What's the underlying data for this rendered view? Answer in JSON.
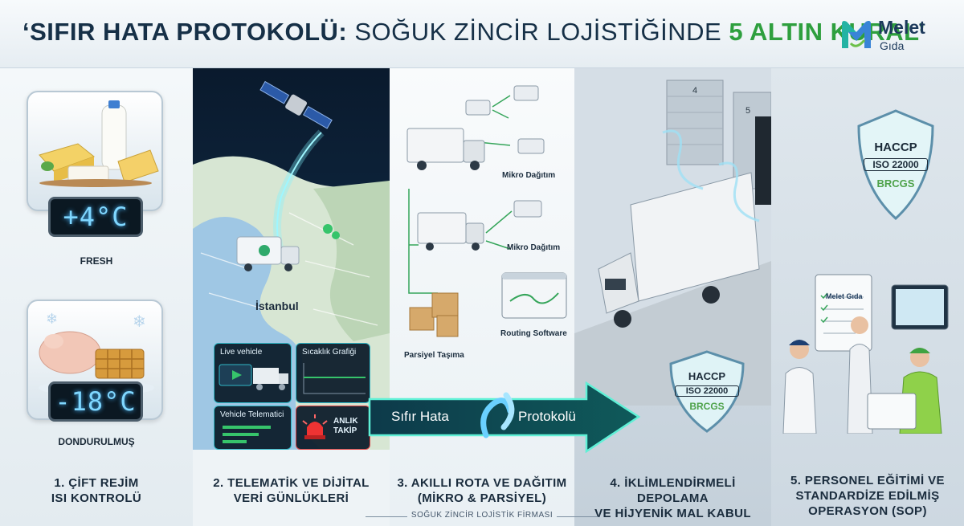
{
  "header": {
    "title_part1": "‘SIFIR HATA PROTOKOLÜ:",
    "title_part2": " SOĞUK ZİNCİR LOJİSTİĞİNDE ",
    "title_part3": "5 ALTIN KURAL",
    "title_end": "’"
  },
  "logo": {
    "name": "Melet",
    "sub": "Gıda"
  },
  "panel1": {
    "fresh_temp": "+4°C",
    "fresh_label": "FRESH",
    "frozen_temp": "-18°C",
    "frozen_label": "DONDURULMUŞ",
    "caption_line1": "1. ÇİFT REJİM",
    "caption_line2": "ISI KONTROLÜ"
  },
  "panel2": {
    "city": "İstanbul",
    "hud_live": "Live vehicle",
    "hud_temp_chart": "Sıcaklık Grafiği",
    "hud_telematics": "Vehicle Telematici",
    "hud_alert_line1": "ANLIK",
    "hud_alert_line2": "TAKİP",
    "caption_line1": "2. TELEMATİK VE DİJİTAL",
    "caption_line2": "VERİ GÜNLÜKLERİ"
  },
  "panel3": {
    "micro1": "Mikro Dağıtım",
    "micro2": "Mikro Dağıtım",
    "routing": "Routing Software",
    "partial": "Parsiyel Taşıma",
    "caption_line1": "3. AKILLI ROTA VE DAĞITIM",
    "caption_line2": "(MİKRO & PARSİYEL)"
  },
  "arrow": {
    "left_text": "Sıfır Hata",
    "right_text": "Protokolü"
  },
  "panel4": {
    "dock1": "4",
    "dock2": "5",
    "badge_top": {
      "l1": "HACCP",
      "l2": "ISO 22000",
      "l3": "BRCGS"
    },
    "badge_mid": {
      "l1": "HACCP",
      "l2": "ISO 22000",
      "l3": "BRCGS"
    },
    "caption_line1": "4. İKLİMLENDİRMELİ DEPOLAMA",
    "caption_line2": "VE HİJYENİK MAL KABUL"
  },
  "panel5": {
    "clipboard_brand": "Melet Gıda",
    "caption_line1": "5. PERSONEL EĞİTİMİ VE",
    "caption_line2": "STANDARDİZE EDİLMİŞ",
    "caption_line3": "OPERASYON (SOP)"
  },
  "footer": {
    "text": "SOĞUK ZİNCİR LOJİSTİK FİRMASI"
  },
  "colors": {
    "accent_green": "#2e9f3e",
    "navy": "#163047",
    "cyan": "#2fb7c7"
  }
}
